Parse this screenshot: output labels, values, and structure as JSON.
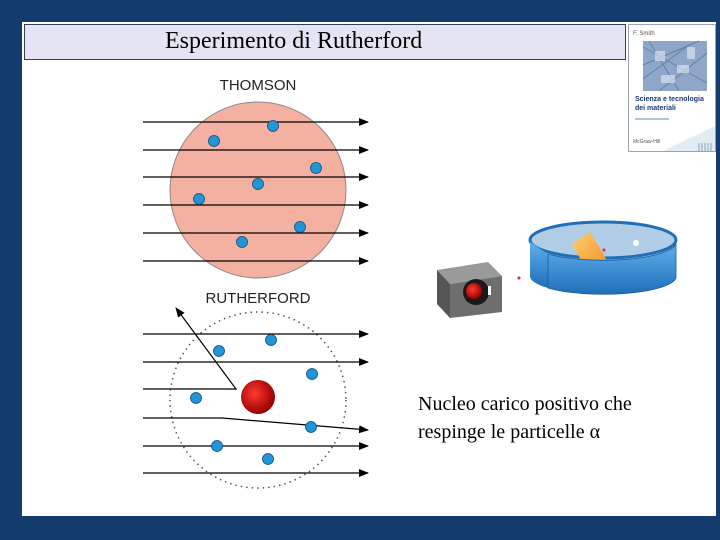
{
  "slide": {
    "title": "Esperimento di Rutherford",
    "caption_line1": "Nucleo carico positivo che",
    "caption_line2": "respinge le particelle α"
  },
  "thomson_model": {
    "label": "THOMSON"
  },
  "rutherford_model": {
    "label": "RUTHERFORD"
  },
  "book_cover": {
    "author": "F. Smith",
    "title_line1": "Scienza e tecnologia",
    "title_line2": "dei materiali",
    "publisher": "McGraw-Hill"
  },
  "colors": {
    "background_frame": "#143c6e",
    "title_bar": "#e4e4f2",
    "thomson_sphere": "#f4b0a0",
    "electron": "#2196d6",
    "nucleus": "#e0161a",
    "arrow": "#000000",
    "detector_ring": "#2f86d0",
    "alpha_source": "#6e6e6e"
  }
}
